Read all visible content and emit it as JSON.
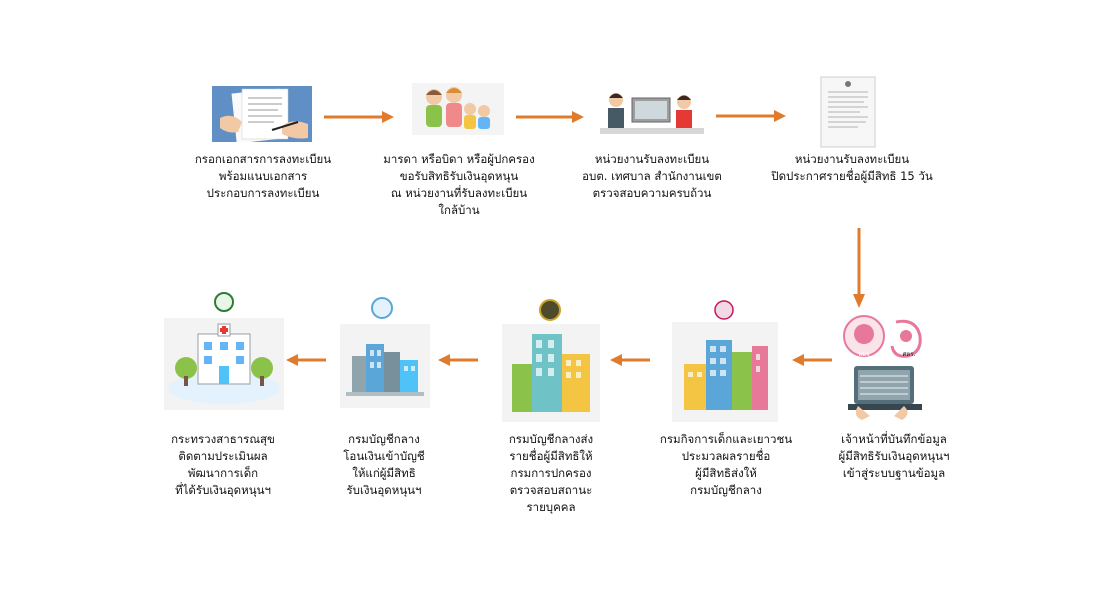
{
  "steps": [
    {
      "id": "fill-forms",
      "caption": [
        "กรอกเอกสารการลงทะเบียน",
        "พร้อมแนบเอกสาร",
        "ประกอบการลงทะเบียน"
      ]
    },
    {
      "id": "parents",
      "caption": [
        "มารดา หรือบิดา หรือผู้ปกครอง",
        "ขอรับสิทธิรับเงินอุดหนุน",
        "ณ หน่วยงานที่รับลงทะเบียน",
        "ใกล้บ้าน"
      ]
    },
    {
      "id": "registration-office",
      "caption": [
        "หน่วยงานรับลงทะเบียน",
        "อบต. เทศบาล สำนักงานเขต",
        "ตรวจสอบความครบถ้วน"
      ]
    },
    {
      "id": "announce",
      "caption": [
        "หน่วยงานรับลงทะเบียน",
        "ปิดประกาศรายชื่อผู้มีสิทธิ 15 วัน"
      ]
    },
    {
      "id": "data-entry",
      "caption": [
        "เจ้าหน้าที่บันทึกข้อมูล",
        "ผู้มีสิทธิรับเงินอุดหนุนฯ",
        "เข้าสู่ระบบฐานข้อมูล"
      ],
      "badge_labels": [
        "พมจ",
        "ศตร."
      ]
    },
    {
      "id": "dcy",
      "caption": [
        "กรมกิจการเด็กและเยาวชน",
        "ประมวลผลรายชื่อ",
        "ผู้มีสิทธิส่งให้",
        "กรมบัญชีกลาง"
      ]
    },
    {
      "id": "cgd-to-dopa",
      "caption": [
        "กรมบัญชีกลางส่ง",
        "รายชื่อผู้มีสิทธิให้",
        "กรมการปกครอง",
        "ตรวจสอบสถานะ",
        "รายบุคคล"
      ]
    },
    {
      "id": "cgd-transfer",
      "caption": [
        "กรมบัญชีกลาง",
        "โอนเงินเข้าบัญชี",
        "ให้แก่ผู้มีสิทธิ",
        "รับเงินอุดหนุนฯ"
      ]
    },
    {
      "id": "moph",
      "caption": [
        "กระทรวงสาธารณสุข",
        "ติดตามประเมินผล",
        "พัฒนาการเด็ก",
        "ที่ได้รับเงินอุดหนุนฯ"
      ]
    }
  ],
  "colors": {
    "arrow": "#e07b2e",
    "building_blue": "#5aa6d8",
    "building_pink": "#e8789a",
    "paper": "#f2f2f2"
  }
}
